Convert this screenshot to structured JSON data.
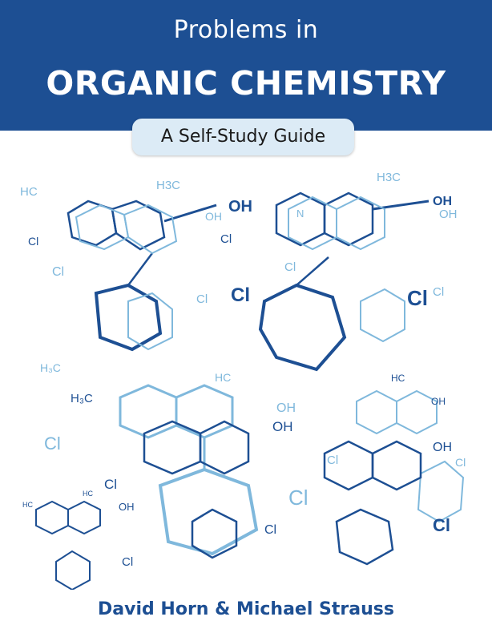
{
  "cover": {
    "subtitle_top": "Problems in",
    "title": "ORGANIC CHEMISTRY",
    "tagline": "A Self-Study Guide",
    "authors": "David Horn & Michael Strauss"
  },
  "colors": {
    "navy": "#1d4f93",
    "light_blue": "#7fb8dc",
    "pill": "#dcebf6"
  },
  "molecule_labels": {
    "h3c": "H3C",
    "hc": "HC",
    "oh": "OH",
    "cl": "Cl",
    "n": "N",
    "h3c_small": "H₃C"
  }
}
